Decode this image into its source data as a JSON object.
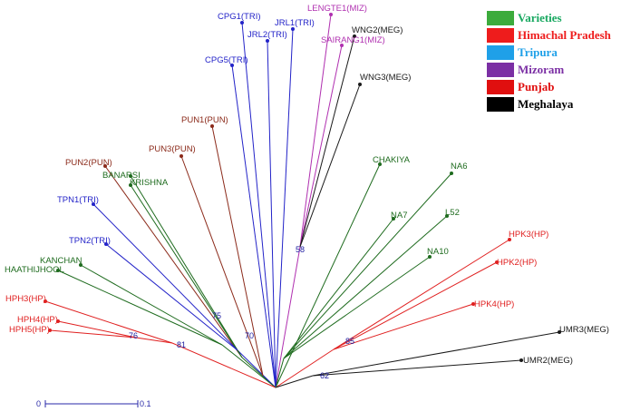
{
  "legend": [
    {
      "label": "Varieties",
      "swatch": "#3cab3c",
      "text": "#18a860"
    },
    {
      "label": "Himachal Pradesh",
      "swatch": "#ee1c1c",
      "text": "#ee1c1c"
    },
    {
      "label": "Tripura",
      "swatch": "#1fa0e8",
      "text": "#1fa0e8"
    },
    {
      "label": "Mizoram",
      "swatch": "#7b2fa4",
      "text": "#7b2fa4"
    },
    {
      "label": "Punjab",
      "swatch": "#e00f0f",
      "text": "#e00f0f"
    },
    {
      "label": "Meghalaya",
      "swatch": "#000000",
      "text": "#000000"
    }
  ],
  "groups": {
    "TRI": "#2323c8",
    "MIZ": "#b030b0",
    "MEG": "#1a1a1a",
    "PUN": "#8b2a1a",
    "VAR": "#1e6b1e",
    "HP": "#e02020"
  },
  "taxa": [
    {
      "label": "CPG1(TRI)",
      "group": "TRI"
    },
    {
      "label": "JRL2(TRI)",
      "group": "TRI"
    },
    {
      "label": "JRL1(TRI)",
      "group": "TRI"
    },
    {
      "label": "CPG5(TRI)",
      "group": "TRI"
    },
    {
      "label": "LENGTE1(MIZ)",
      "group": "MIZ"
    },
    {
      "label": "SAIRANG1(MIZ)",
      "group": "MIZ"
    },
    {
      "label": "WNG2(MEG)",
      "group": "MEG"
    },
    {
      "label": "WNG3(MEG)",
      "group": "MEG"
    },
    {
      "label": "PUN1(PUN)",
      "group": "PUN"
    },
    {
      "label": "PUN3(PUN)",
      "group": "PUN"
    },
    {
      "label": "PUN2(PUN)",
      "group": "PUN"
    },
    {
      "label": "BANARSI",
      "group": "VAR"
    },
    {
      "label": "KRISHNA",
      "group": "VAR"
    },
    {
      "label": "TPN1(TRI)",
      "group": "TRI"
    },
    {
      "label": "TPN2(TRI)",
      "group": "TRI"
    },
    {
      "label": "KANCHAN",
      "group": "VAR"
    },
    {
      "label": "HAATHIJHOOL",
      "group": "VAR"
    },
    {
      "label": "HPH3(HP)",
      "group": "HP"
    },
    {
      "label": "HPH4(HP)",
      "group": "HP"
    },
    {
      "label": "HPH5(HP)",
      "group": "HP"
    },
    {
      "label": "CHAKIYA",
      "group": "VAR"
    },
    {
      "label": "NA6",
      "group": "VAR"
    },
    {
      "label": "NA7",
      "group": "VAR"
    },
    {
      "label": "L52",
      "group": "VAR"
    },
    {
      "label": "NA10",
      "group": "VAR"
    },
    {
      "label": "HPK3(HP)",
      "group": "HP"
    },
    {
      "label": "HPK2(HP)",
      "group": "HP"
    },
    {
      "label": "HPK4(HP)",
      "group": "HP"
    },
    {
      "label": "UMR3(MEG)",
      "group": "MEG"
    },
    {
      "label": "UMR2(MEG)",
      "group": "MEG"
    }
  ],
  "bootstrap": [
    "58",
    "75",
    "70",
    "76",
    "81",
    "85",
    "62"
  ],
  "scale_bar": {
    "min_label": "0",
    "max_label": "0.1",
    "color": "#2a2aa8"
  }
}
